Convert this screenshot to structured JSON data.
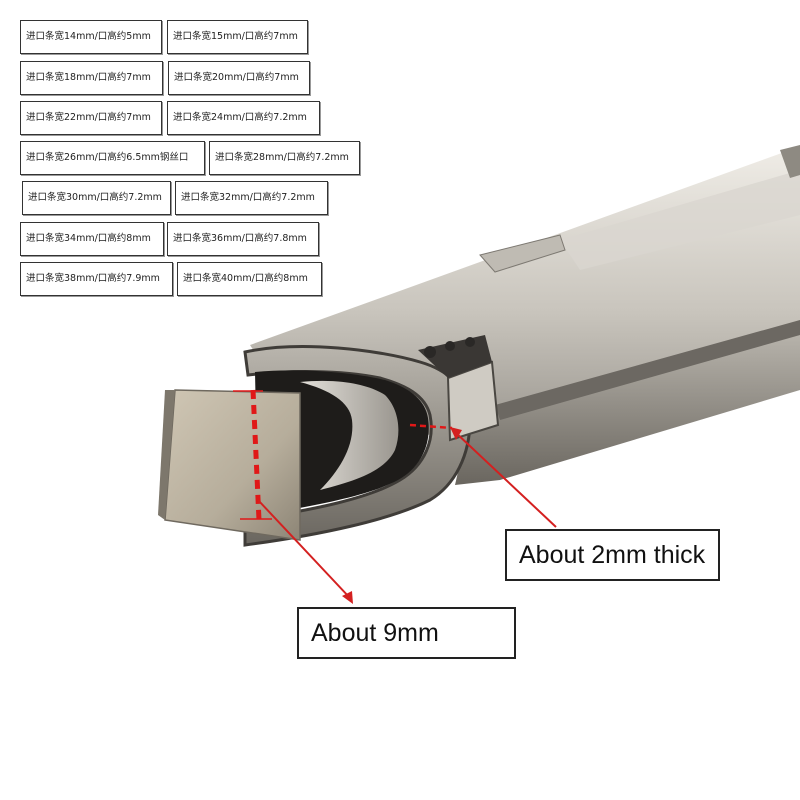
{
  "spec_labels": [
    "进口条宽14mm/口高约5mm",
    "进口条宽15mm/口高约7mm",
    "进口条宽18mm/口高约7mm",
    "进口条宽20mm/口高约7mm",
    "进口条宽22mm/口高约7mm",
    "进口条宽24mm/口高约7.2mm",
    "进口条宽26mm/口高约6.5mm钢丝口",
    "进口条宽28mm/口高约7.2mm",
    "进口条宽30mm/口高约7.2mm",
    "进口条宽32mm/口高约7.2mm",
    "进口条宽34mm/口高约8mm",
    "进口条宽36mm/口高约7.8mm",
    "进口条宽38mm/口高约7.9mm",
    "进口条宽40mm/口高约8mm"
  ],
  "callouts": {
    "thickness": "About 2mm thick",
    "width": "About 9mm"
  },
  "colors": {
    "metal_light": "#d8d4cc",
    "metal_mid": "#a8a49c",
    "metal_dark": "#5e5a54",
    "dimension_line": "#e01818",
    "arrow": "#d42020"
  }
}
